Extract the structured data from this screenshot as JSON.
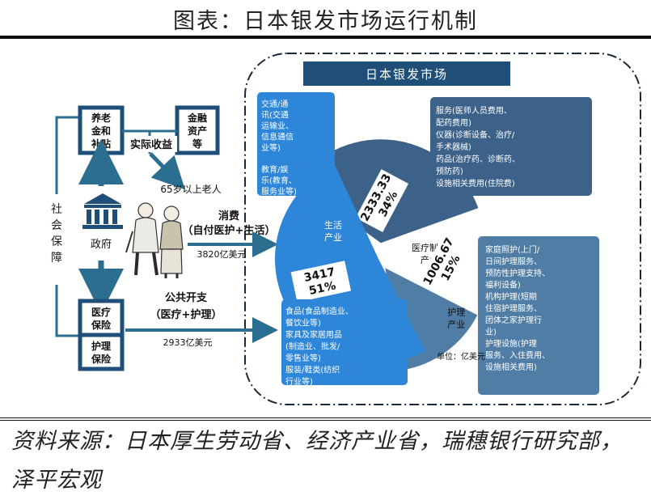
{
  "title": "图表：日本银发市场运行机制",
  "source": "资料来源：日本厚生劳动省、经济产业省，瑞穗银行研究部，泽平宏观",
  "left": {
    "social_security": [
      "社",
      "会",
      "保",
      "障"
    ],
    "pension": [
      "养老",
      "金和",
      "补贴"
    ],
    "finance_assets": [
      "金融",
      "资产",
      "等"
    ],
    "real_income": "实际收益",
    "seniors": "65岁以上老人",
    "government": "政府",
    "medical_insurance": [
      "医疗",
      "保险"
    ],
    "care_insurance": [
      "护理",
      "保险"
    ],
    "consumption": [
      "消费",
      "（自付医护+生活）"
    ],
    "consumption_amount": "3820亿美元",
    "public_spending": [
      "公共开支",
      "（医疗+护理）"
    ],
    "public_spending_amount": "2933亿美元"
  },
  "market": {
    "header": "日本银发市场",
    "unit": "单位：亿美元",
    "info_boxes": {
      "transport": [
        "交通/通",
        "讯(交通",
        "运输业、",
        "信息通信",
        "业等)",
        "",
        "教育/娱",
        "乐(教育、",
        "服务业等)"
      ],
      "medical": [
        "服务(医师人员费用、",
        "配药费用)",
        "仪器(诊断设备、治疗/",
        "手术器械)",
        "药品(治疗药、诊断药、",
        "预防药)",
        "设施相关费用(住院费)"
      ],
      "care": [
        "家庭照护(上门/",
        "日间护理服务、",
        "预防性护理支持、",
        "福利设备)",
        "机构护理(短期",
        "住宿护理服务、",
        "团体之家护理行",
        "业)",
        "护理设施(护理",
        "服务、入住费用、",
        "设施相关费用)"
      ],
      "life": [
        "食品(食品制造业、",
        "餐饮业等)",
        "家具及家居用品",
        "(制造业、批发/",
        "零售业等)",
        "服装/鞋类(纺织",
        "行业等)"
      ]
    }
  },
  "chart_data": {
    "type": "pie",
    "title": "日本银发市场",
    "unit": "亿美元",
    "slices": [
      {
        "label": "生活产业",
        "value": 3417,
        "percent": "51%",
        "color": "#2e86d8"
      },
      {
        "label": "医疗制药产业",
        "value": 2333.33,
        "percent": "34%",
        "color": "#3d6289"
      },
      {
        "label": "护理产业",
        "value": 1006.67,
        "percent": "15%",
        "color": "#4f7da6"
      }
    ]
  },
  "colors": {
    "navy": "#1f4e79",
    "teal": "#2c6e8f",
    "blue": "#2e86d8",
    "steel": "#4f7da6"
  }
}
